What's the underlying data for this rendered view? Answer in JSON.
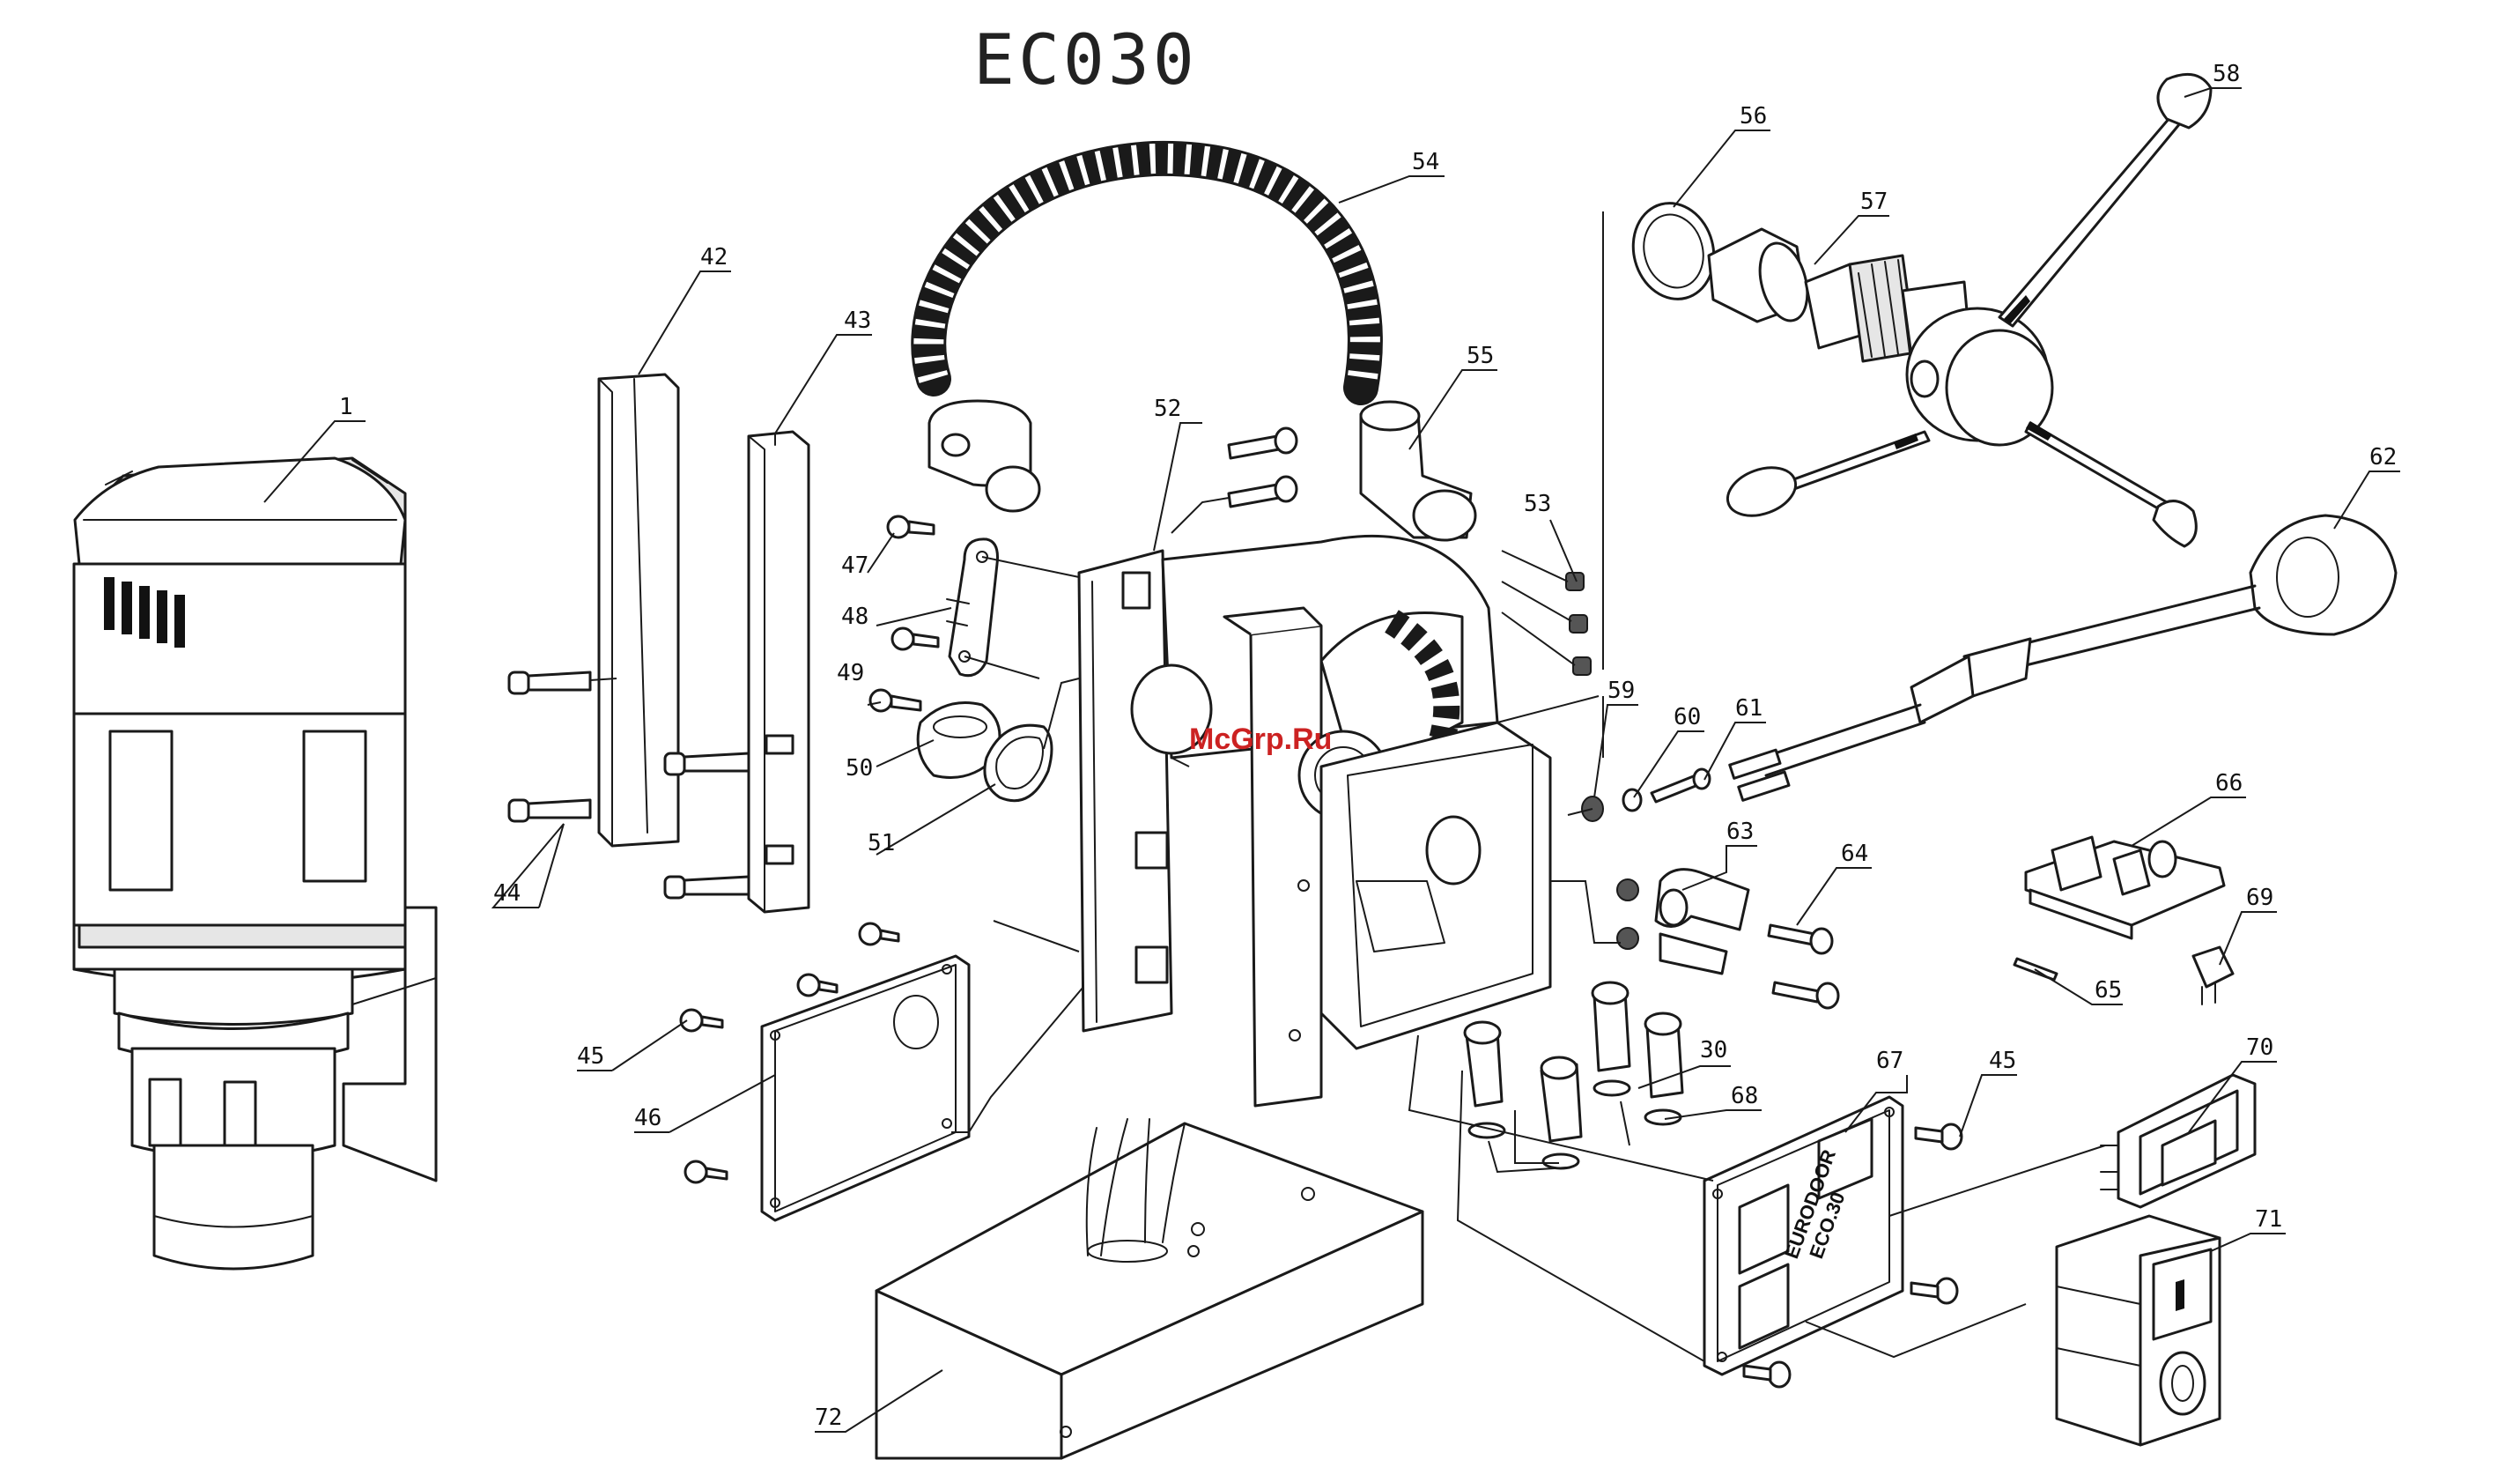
{
  "title": "EC030",
  "watermark": "McGrp.Ru",
  "nameplate": {
    "brand": "EURODOOR",
    "model": "ECO.30"
  },
  "callouts": [
    {
      "id": "c1",
      "text": "1"
    },
    {
      "id": "c30",
      "text": "30"
    },
    {
      "id": "c42",
      "text": "42"
    },
    {
      "id": "c43",
      "text": "43"
    },
    {
      "id": "c44",
      "text": "44"
    },
    {
      "id": "c45a",
      "text": "45"
    },
    {
      "id": "c45b",
      "text": "45"
    },
    {
      "id": "c46",
      "text": "46"
    },
    {
      "id": "c47",
      "text": "47"
    },
    {
      "id": "c48",
      "text": "48"
    },
    {
      "id": "c49",
      "text": "49"
    },
    {
      "id": "c50",
      "text": "50"
    },
    {
      "id": "c51",
      "text": "51"
    },
    {
      "id": "c52",
      "text": "52"
    },
    {
      "id": "c53",
      "text": "53"
    },
    {
      "id": "c54",
      "text": "54"
    },
    {
      "id": "c55",
      "text": "55"
    },
    {
      "id": "c56",
      "text": "56"
    },
    {
      "id": "c57",
      "text": "57"
    },
    {
      "id": "c58",
      "text": "58"
    },
    {
      "id": "c59",
      "text": "59"
    },
    {
      "id": "c60",
      "text": "60"
    },
    {
      "id": "c61",
      "text": "61"
    },
    {
      "id": "c62",
      "text": "62"
    },
    {
      "id": "c63",
      "text": "63"
    },
    {
      "id": "c64",
      "text": "64"
    },
    {
      "id": "c65",
      "text": "65"
    },
    {
      "id": "c66",
      "text": "66"
    },
    {
      "id": "c67",
      "text": "67"
    },
    {
      "id": "c68",
      "text": "68"
    },
    {
      "id": "c69",
      "text": "69"
    },
    {
      "id": "c70",
      "text": "70"
    },
    {
      "id": "c71",
      "text": "71"
    },
    {
      "id": "c72",
      "text": "72"
    }
  ]
}
